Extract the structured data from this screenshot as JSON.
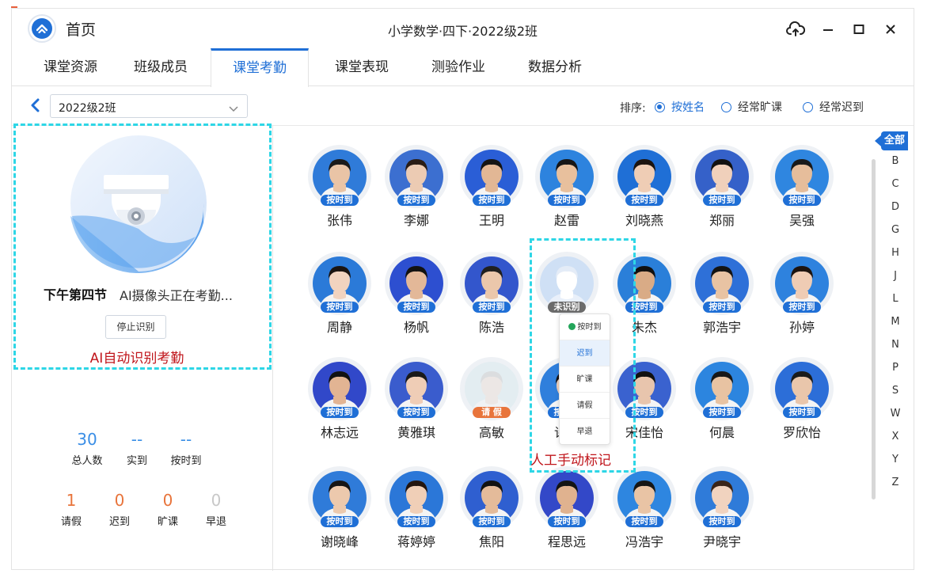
{
  "app": {
    "home_label": "首页",
    "window_title": "小学数学·四下·2022级2班"
  },
  "tabs": [
    "课堂资源",
    "班级成员",
    "课堂考勤",
    "课堂表现",
    "测验作业",
    "数据分析"
  ],
  "active_tab": 2,
  "toolbar": {
    "class_value": "2022级2班",
    "sort_label": "排序:",
    "sort_options": [
      "按姓名",
      "经常旷课",
      "经常迟到"
    ],
    "sort_selected": 0
  },
  "left": {
    "period": "下午第四节",
    "status": "AI摄像头正在考勤...",
    "stop_button": "停止识别",
    "ai_caption": "AI自动识别考勤",
    "stats_top": [
      {
        "value": "30",
        "label": "总人数",
        "color": "#3a8ee6"
      },
      {
        "value": "--",
        "label": "实到",
        "color": "#3a8ee6"
      },
      {
        "value": "--",
        "label": "按时到",
        "color": "#3a8ee6"
      }
    ],
    "stats_bottom": [
      {
        "value": "1",
        "label": "请假",
        "color": "#e8743b"
      },
      {
        "value": "0",
        "label": "迟到",
        "color": "#e8743b"
      },
      {
        "value": "0",
        "label": "旷课",
        "color": "#e8743b"
      },
      {
        "value": "0",
        "label": "早退",
        "color": "#c8c8c8"
      }
    ]
  },
  "badges": {
    "on_time": "按时到",
    "leave": "请 假",
    "unknown": "未识别"
  },
  "students": [
    {
      "name": "张伟",
      "status": "on_time",
      "bg": "#2f7bd9",
      "skin": "#e9c4a6",
      "hair": "#1b1b1b"
    },
    {
      "name": "李娜",
      "status": "on_time",
      "bg": "#3c6fd0",
      "skin": "#eccbb3",
      "hair": "#2a1d16"
    },
    {
      "name": "王明",
      "status": "on_time",
      "bg": "#2a5ed6",
      "skin": "#e2b795",
      "hair": "#141414"
    },
    {
      "name": "赵雷",
      "status": "on_time",
      "bg": "#2d83de",
      "skin": "#e8c09d",
      "hair": "#161616"
    },
    {
      "name": "刘晓燕",
      "status": "on_time",
      "bg": "#1f6fd6",
      "skin": "#efcdb5",
      "hair": "#1c1410"
    },
    {
      "name": "郑丽",
      "status": "on_time",
      "bg": "#3561c9",
      "skin": "#f0d0bb",
      "hair": "#121212"
    },
    {
      "name": "吴强",
      "status": "on_time",
      "bg": "#2f86e0",
      "skin": "#e6bd9b",
      "hair": "#1a1a1a"
    },
    {
      "name": "周静",
      "status": "on_time",
      "bg": "#2b7ad8",
      "skin": "#f1d3bf",
      "hair": "#1a1411"
    },
    {
      "name": "杨帆",
      "status": "on_time",
      "bg": "#2d4fd0",
      "skin": "#e3b898",
      "hair": "#121212"
    },
    {
      "name": "陈浩",
      "status": "on_time",
      "bg": "#3356cc",
      "skin": "#ebc7ab",
      "hair": "#202020"
    },
    {
      "name": "",
      "status": "unknown",
      "bg": "#cfe0f5",
      "skin": "#ffffff",
      "hair": "#e4ecf7"
    },
    {
      "name": "朱杰",
      "status": "on_time",
      "bg": "#2a7fd9",
      "skin": "#d9ab86",
      "hair": "#101010"
    },
    {
      "name": "郭浩宇",
      "status": "on_time",
      "bg": "#2e70d8",
      "skin": "#e8c3a3",
      "hair": "#141414"
    },
    {
      "name": "孙婷",
      "status": "on_time",
      "bg": "#2e82de",
      "skin": "#efccb4",
      "hair": "#1d1410"
    },
    {
      "name": "林志远",
      "status": "on_time",
      "bg": "#3148c9",
      "skin": "#e2b493",
      "hair": "#121212"
    },
    {
      "name": "黄雅琪",
      "status": "on_time",
      "bg": "#3a5ccd",
      "skin": "#efcdb6",
      "hair": "#1a1a1a"
    },
    {
      "name": "高敏",
      "status": "leave",
      "bg": "#cfe6ea",
      "skin": "#ead5c8",
      "hair": "#b9b9b9"
    },
    {
      "name": "许晴",
      "status": "on_time",
      "bg": "#2f7fdc",
      "skin": "#f0cfb9",
      "hair": "#161010"
    },
    {
      "name": "宋佳怡",
      "status": "on_time",
      "bg": "#3a62cf",
      "skin": "#e8c5ad",
      "hair": "#111111"
    },
    {
      "name": "何晨",
      "status": "on_time",
      "bg": "#2c85df",
      "skin": "#e8c3a2",
      "hair": "#181818"
    },
    {
      "name": "罗欣怡",
      "status": "on_time",
      "bg": "#2c6ed8",
      "skin": "#e9c6ab",
      "hair": "#1b1b1b"
    },
    {
      "name": "谢晓峰",
      "status": "on_time",
      "bg": "#2f7bd9",
      "skin": "#ecc9ad",
      "hair": "#151515"
    },
    {
      "name": "蒋婷婷",
      "status": "on_time",
      "bg": "#2b77d8",
      "skin": "#f0cfb7",
      "hair": "#24160f"
    },
    {
      "name": "焦阳",
      "status": "on_time",
      "bg": "#2f5fd0",
      "skin": "#e4bb9a",
      "hair": "#121212"
    },
    {
      "name": "程思远",
      "status": "on_time",
      "bg": "#3348c8",
      "skin": "#e0b28f",
      "hair": "#141414"
    },
    {
      "name": "冯浩宇",
      "status": "on_time",
      "bg": "#2e86e0",
      "skin": "#e9c4a5",
      "hair": "#161616"
    },
    {
      "name": "尹晓宇",
      "status": "on_time",
      "bg": "#2f7bd9",
      "skin": "#f1d3bf",
      "hair": "#3a2418"
    }
  ],
  "popup": {
    "options": [
      "按时到",
      "迟到",
      "旷课",
      "请假",
      "早退"
    ],
    "highlighted": 1,
    "caption": "人工手动标记"
  },
  "alphabet": {
    "all_label": "全部",
    "letters": [
      "B",
      "C",
      "D",
      "G",
      "H",
      "J",
      "L",
      "M",
      "N",
      "P",
      "S",
      "W",
      "X",
      "Y",
      "Z"
    ]
  }
}
